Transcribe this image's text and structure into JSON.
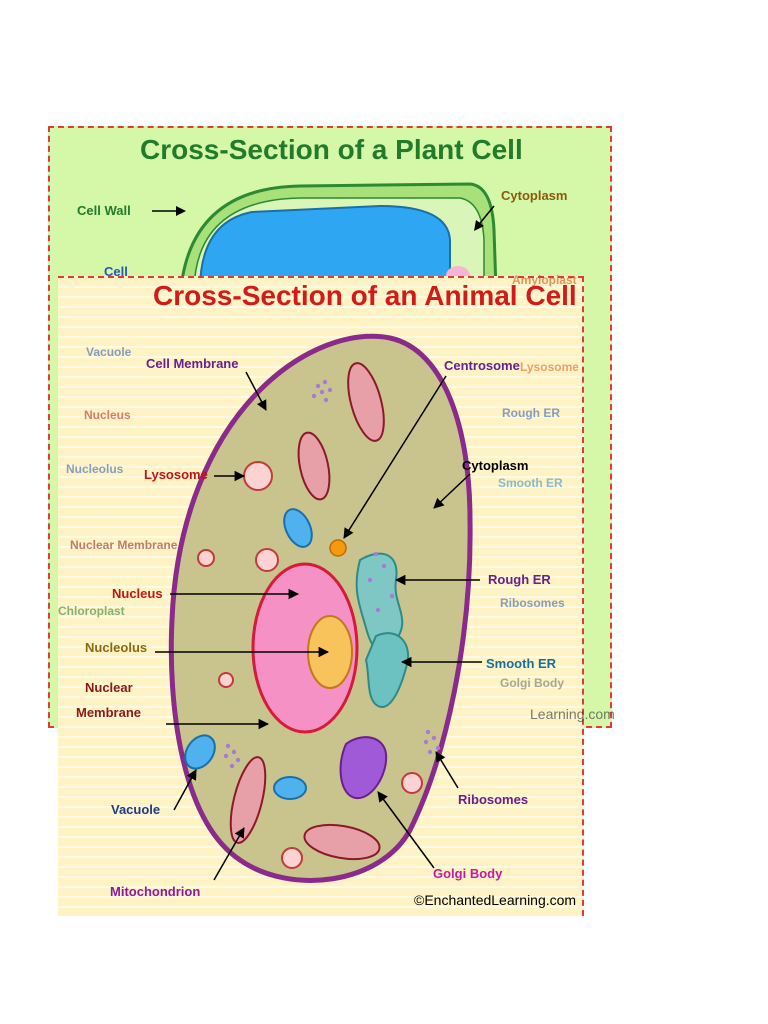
{
  "plant": {
    "title": "Cross-Section of a Plant Cell",
    "labels": {
      "cell_wall": "Cell Wall",
      "cytoplasm": "Cytoplasm",
      "cell": "Cell",
      "amyloplast_fragment": "Amyloplast",
      "vacuole_fragment": "Vacuole",
      "nucleus_fragment": "Nucleus",
      "nucleolus_fragment": "Nucleolus",
      "lysosome_fragment": "Lysosome",
      "rough_er_fragment": "Rough ER",
      "smooth_er_fragment": "Smooth ER",
      "nuclear_membrane_fragment": "Nuclear Membrane",
      "chloroplast_fragment": "Chloroplast",
      "ribosomes_fragment": "Ribosomes",
      "golgi_fragment": "Golgi Body"
    },
    "copyright": "Learning.com"
  },
  "animal": {
    "title": "Cross-Section of an Animal Cell",
    "labels": {
      "cell_membrane": "Cell Membrane",
      "centrosome": "Centrosome",
      "lysosome": "Lysosome",
      "cytoplasm": "Cytoplasm",
      "nucleus": "Nucleus",
      "rough_er": "Rough ER",
      "nucleolus": "Nucleolus",
      "smooth_er": "Smooth ER",
      "nuclear": "Nuclear",
      "membrane": "Membrane",
      "vacuole": "Vacuole",
      "ribosomes": "Ribosomes",
      "golgi_body": "Golgi Body",
      "mitochondrion": "Mitochondrion"
    },
    "copyright": "©EnchantedLearning.com"
  },
  "colors": {
    "plant_bg": "#d4f7a8",
    "animal_bg": "#fdf3c4",
    "cytoplasm": "#c9c38e",
    "nucleus": "#f591c5",
    "nucleolus": "#f8c35a",
    "label_red": "#c21414",
    "label_purple": "#6b1f8a",
    "label_green": "#227a2b"
  }
}
